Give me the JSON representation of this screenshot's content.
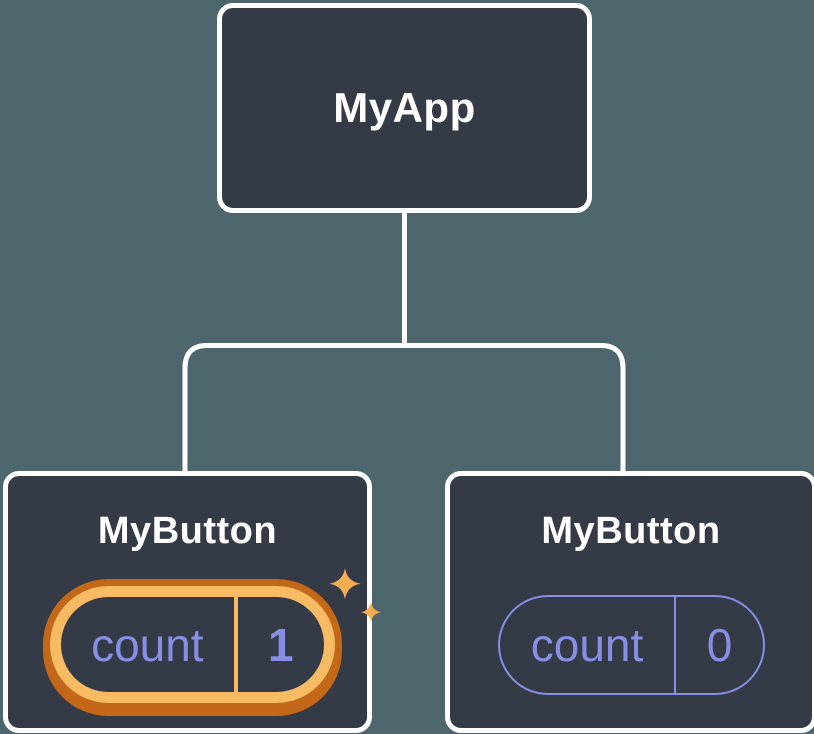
{
  "colors": {
    "background": "#4d666e",
    "box_fill": "#343a46",
    "box_border": "#ffffff",
    "text": "#ffffff",
    "purple": "#868fe4",
    "orange_light": "#f8ba62",
    "orange_dark": "#c36818",
    "sparkle": "#f5ad52"
  },
  "tree": {
    "root": {
      "label": "MyApp"
    },
    "children": [
      {
        "label": "MyButton",
        "highlighted": true,
        "state": {
          "name": "count",
          "value": "1"
        }
      },
      {
        "label": "MyButton",
        "highlighted": false,
        "state": {
          "name": "count",
          "value": "0"
        }
      }
    ]
  }
}
